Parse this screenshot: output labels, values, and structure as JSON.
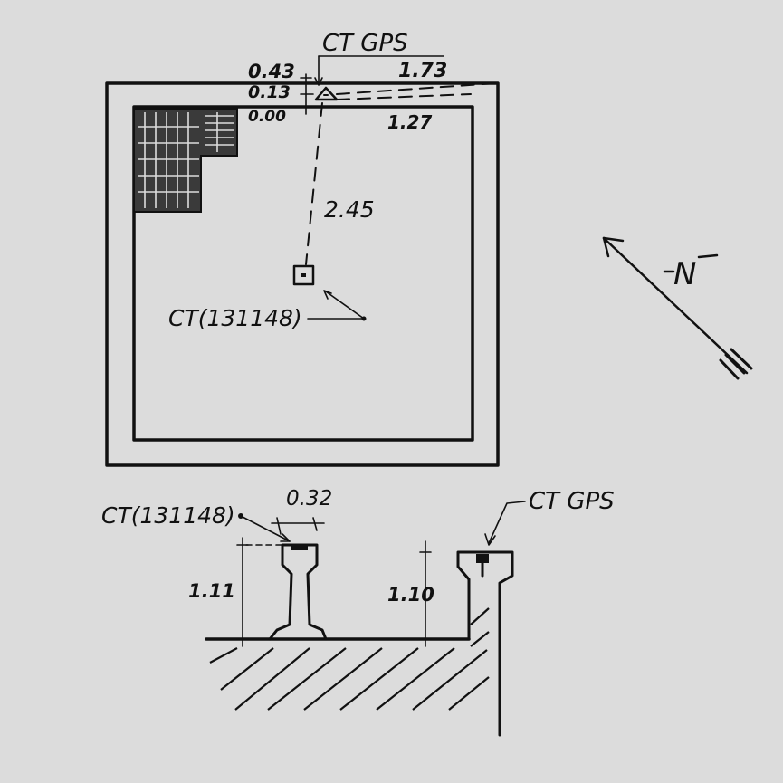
{
  "plan": {
    "gps_label": "CT GPS",
    "elev_top": "0.43",
    "elev_mid": "0.13",
    "elev_base": "0.00",
    "dist_right_top": "1.73",
    "dist_right_bottom": "1.27",
    "dist_vertical": "2.45",
    "benchmark_label": "CT(131148)"
  },
  "north": {
    "label": "N"
  },
  "section": {
    "benchmark_label": "CT(131148)",
    "pillar_width": "0.32",
    "height_left": "1.11",
    "height_right": "1.10",
    "gps_label": "CT GPS"
  },
  "colors": {
    "background": "#dcdcdc",
    "ink": "#111111"
  }
}
